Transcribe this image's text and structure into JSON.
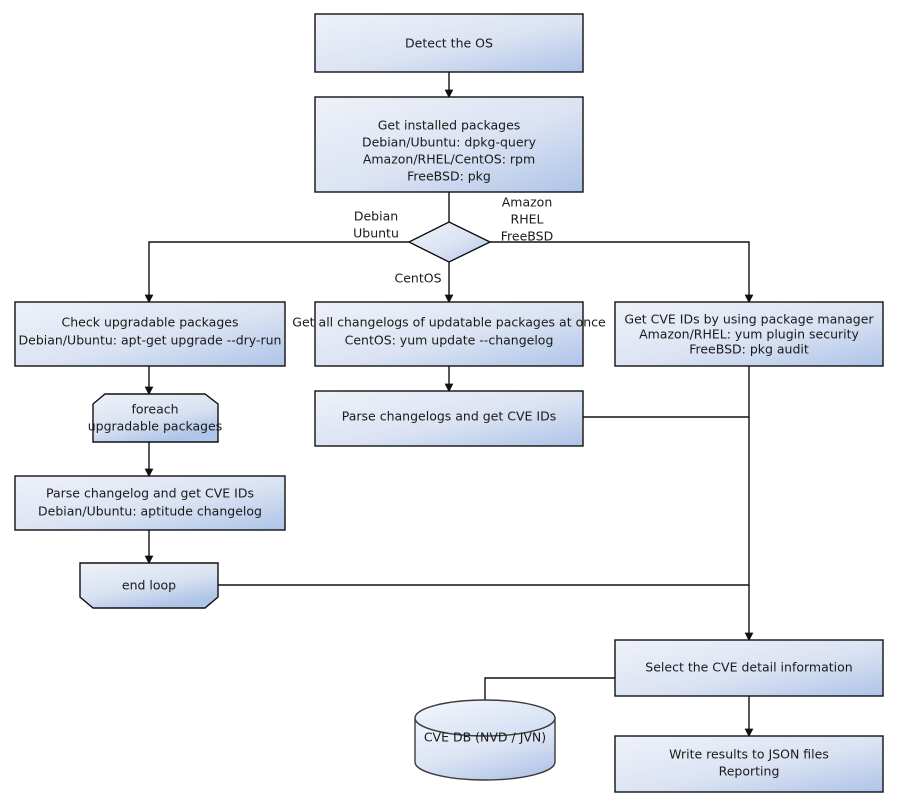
{
  "diagram": {
    "title": "OS package vulnerability scan flow",
    "colors": {
      "fill_light": "#eef1f8",
      "fill_dark": "#aec4e8",
      "stroke": "#111111",
      "text": "#1a1a1a",
      "background": "#ffffff"
    }
  },
  "nodes": {
    "detect_os": {
      "label": "Detect the OS"
    },
    "get_installed_packages": {
      "line1": "Get installed packages",
      "line2": "Debian/Ubuntu: dpkg-query",
      "line3": "Amazon/RHEL/CentOS: rpm",
      "line4": "FreeBSD: pkg"
    },
    "os_decision": {
      "label": ""
    },
    "check_upgradable": {
      "line1": "Check upgradable packages",
      "line2": "Debian/Ubuntu: apt-get upgrade --dry-run"
    },
    "get_all_changelogs": {
      "line1": "Get all changelogs of updatable packages at once",
      "line2": "CentOS: yum update --changelog"
    },
    "get_cve_ids_pkgmgr": {
      "line1": "Get CVE IDs by using package manager",
      "line2": "Amazon/RHEL: yum plugin security",
      "line3": "FreeBSD: pkg audit"
    },
    "foreach_loop_start": {
      "line1": "foreach",
      "line2": "upgradable  packages"
    },
    "parse_changelogs_plural": {
      "label": "Parse changelogs and get CVE IDs"
    },
    "parse_changelog_single": {
      "line1": "Parse changelog and get  CVE IDs",
      "line2": "Debian/Ubuntu: aptitude changelog"
    },
    "end_loop": {
      "label": "end loop"
    },
    "select_cve_detail": {
      "label": "Select the CVE detail information"
    },
    "cve_database": {
      "label": "CVE DB (NVD / JVN)"
    },
    "write_results": {
      "line1": "Write results to JSON files",
      "line2": "Reporting"
    }
  },
  "edge_labels": {
    "debian_branch": {
      "line1": "Debian",
      "line2": "Ubuntu"
    },
    "centos_branch": {
      "line1": "CentOS"
    },
    "rhel_branch": {
      "line1": "Amazon",
      "line2": "RHEL",
      "line3": "FreeBSD"
    }
  }
}
